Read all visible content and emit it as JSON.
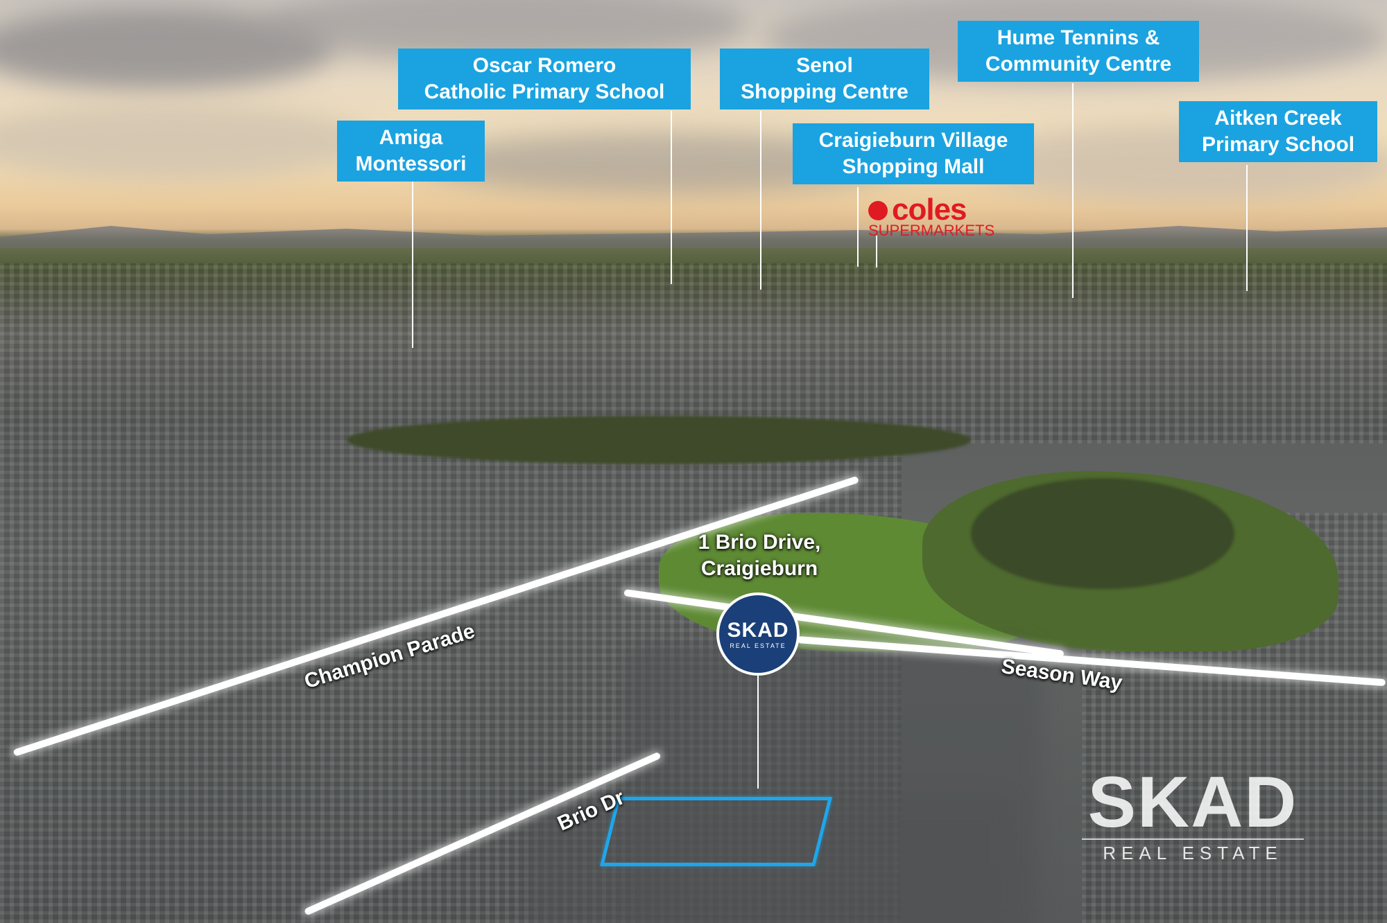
{
  "labels": {
    "amiga": [
      "Amiga",
      "Montessori"
    ],
    "oscar": [
      "Oscar Romero",
      "Catholic Primary School"
    ],
    "senol": [
      "Senol",
      "Shopping Centre"
    ],
    "craigieburn_village": [
      "Craigieburn Village",
      "Shopping Mall"
    ],
    "hume": [
      "Hume Tennins &",
      "Community Centre"
    ],
    "aitken": [
      "Aitken Creek",
      "Primary School"
    ]
  },
  "coles": {
    "word": "coles",
    "sub": "SUPERMARKETS",
    "color": "#e01a22"
  },
  "address": [
    "1 Brio Drive,",
    "Craigieburn"
  ],
  "streets": {
    "champion": "Champion Parade",
    "season": "Season Way",
    "brio": "Brio Dr"
  },
  "logo": {
    "mark": "SKAD",
    "sub": "REAL ESTATE"
  },
  "watermark": {
    "mark": "SKAD",
    "sub": "REAL ESTATE"
  },
  "colors": {
    "label_bg": "#1aa3e0",
    "logo_bg": "#1b3f78",
    "plot_outline": "#1fa6ea"
  }
}
